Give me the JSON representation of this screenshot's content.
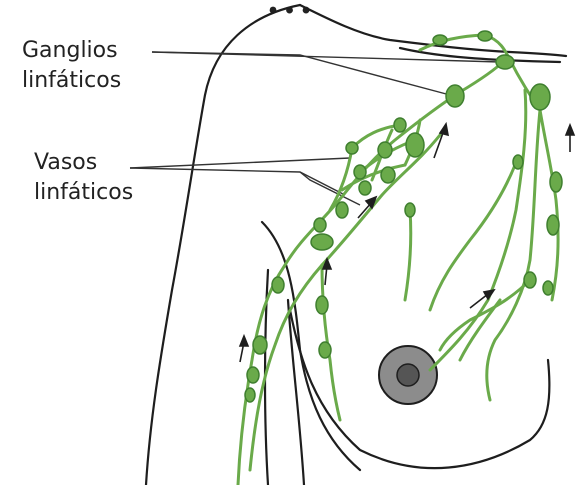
{
  "title": "...",
  "labels": {
    "lymph_nodes": [
      "Ganglios",
      "linfáticos"
    ],
    "lymph_vessels": [
      "Vasos",
      "linfáticos"
    ]
  },
  "colors": {
    "vessel": "#6aaa4a",
    "vessel_dark": "#3f7f2f",
    "outline": "#1e1e1e",
    "nipple_outer": "#8c8c8c",
    "nipple_inner": "#555555",
    "leader": "#333333"
  }
}
